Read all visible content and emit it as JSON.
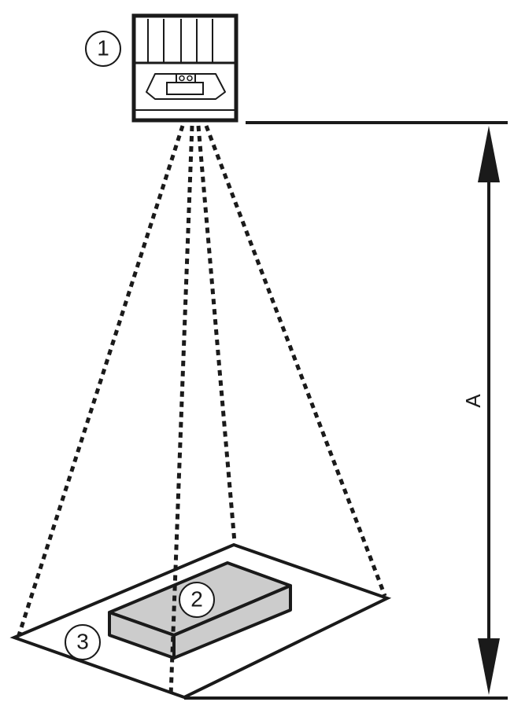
{
  "colors": {
    "line": "#1a1a1a",
    "box_fill": "#cccccc",
    "background": "#ffffff"
  },
  "callouts": {
    "sensor": "1",
    "object": "2",
    "field_of_view": "3"
  },
  "dimension": {
    "label": "A"
  },
  "icons": {
    "sensor": "camera-sensor-icon",
    "object": "box-object-icon"
  }
}
